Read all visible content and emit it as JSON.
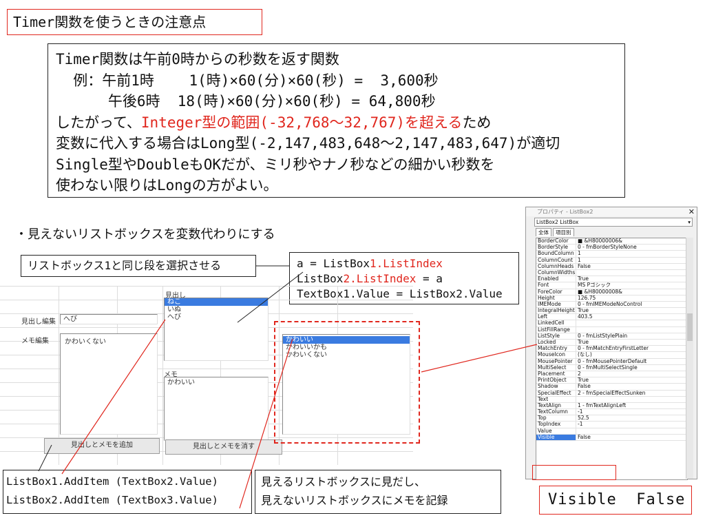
{
  "title": "Timer関数を使うときの注意点",
  "note": {
    "line1": "Timer関数は午前0時からの秒数を返す関数",
    "line2": "  例：午前1時    1(時)×60(分)×60(秒) =  3,600秒",
    "line3": "      午後6時  18(時)×60(分)×60(秒) = 64,800秒",
    "line4_pre": "したがって、",
    "line4_red": "Integer型の範囲(-32,768～32,767)を超える",
    "line4_post": "ため",
    "line5": "変数に代入する場合はLong型(-2,147,483,648～2,147,483,647)が適切",
    "line6": "Single型やDoubleもOKだが、ミリ秒やナノ秒などの細かい秒数を",
    "line7": "使わない限りはLongの方がよい。"
  },
  "subtitle": "・見えないリストボックスを変数代わりにする",
  "label_sync": "リストボックス1と同じ段を選択させる",
  "code_sync": {
    "l1_a": "a = ListBox",
    "l1_red": "1.ListIndex",
    "l2_a": "ListBox",
    "l2_red": "2.ListIndex",
    "l2_b": " = a",
    "l3": "TextBox1.Value = ListBox2.Value"
  },
  "form": {
    "heading_label": "見出し編集",
    "heading_value": "へび",
    "memo_label": "メモ編集",
    "memo_value": "かわいくない",
    "list1_caption": "見出し",
    "list1_items": [
      "ねこ",
      "いぬ",
      "へび"
    ],
    "list2_caption": "メモ",
    "list2_items": [
      "かわいい"
    ],
    "hidden_list_items": [
      "かわいい",
      "かわいいかも",
      "かわいくない"
    ],
    "add_button": "見出しとメモを追加",
    "delete_button": "見出しとメモを消す"
  },
  "code_add": {
    "l1": "ListBox1.AddItem (TextBox2.Value)",
    "l2": "ListBox2.AddItem (TextBox3.Value)"
  },
  "explain": {
    "l1": "見えるリストボックスに見だし、",
    "l2": "見えないリストボックスにメモを記録"
  },
  "properties": {
    "title": "プロパティ - ListBox2",
    "combo": "ListBox2 ListBox",
    "tab_all": "全体",
    "tab_category": "項目別",
    "rows": [
      [
        "BorderColor",
        "■ &H80000006&"
      ],
      [
        "BorderStyle",
        "0 - fmBorderStyleNone"
      ],
      [
        "BoundColumn",
        "1"
      ],
      [
        "ColumnCount",
        "1"
      ],
      [
        "ColumnHeads",
        "False"
      ],
      [
        "ColumnWidths",
        ""
      ],
      [
        "Enabled",
        "True"
      ],
      [
        "Font",
        "MS Pゴシック"
      ],
      [
        "ForeColor",
        "■ &H80000008&"
      ],
      [
        "Height",
        "126.75"
      ],
      [
        "IMEMode",
        "0 - fmIMEModeNoControl"
      ],
      [
        "IntegralHeight",
        "True"
      ],
      [
        "Left",
        "403.5"
      ],
      [
        "LinkedCell",
        ""
      ],
      [
        "ListFillRange",
        ""
      ],
      [
        "ListStyle",
        "0 - fmListStylePlain"
      ],
      [
        "Locked",
        "True"
      ],
      [
        "MatchEntry",
        "0 - fmMatchEntryFirstLetter"
      ],
      [
        "MouseIcon",
        "(なし)"
      ],
      [
        "MousePointer",
        "0 - fmMousePointerDefault"
      ],
      [
        "MultiSelect",
        "0 - fmMultiSelectSingle"
      ],
      [
        "Placement",
        "2"
      ],
      [
        "PrintObject",
        "True"
      ],
      [
        "Shadow",
        "False"
      ],
      [
        "SpecialEffect",
        "2 - fmSpecialEffectSunken"
      ],
      [
        "Text",
        ""
      ],
      [
        "TextAlign",
        "1 - fmTextAlignLeft"
      ],
      [
        "TextColumn",
        "-1"
      ],
      [
        "Top",
        "52.5"
      ],
      [
        "TopIndex",
        "-1"
      ],
      [
        "Value",
        ""
      ],
      [
        "Visible",
        "False"
      ]
    ]
  },
  "visible_false": "Visible  False"
}
